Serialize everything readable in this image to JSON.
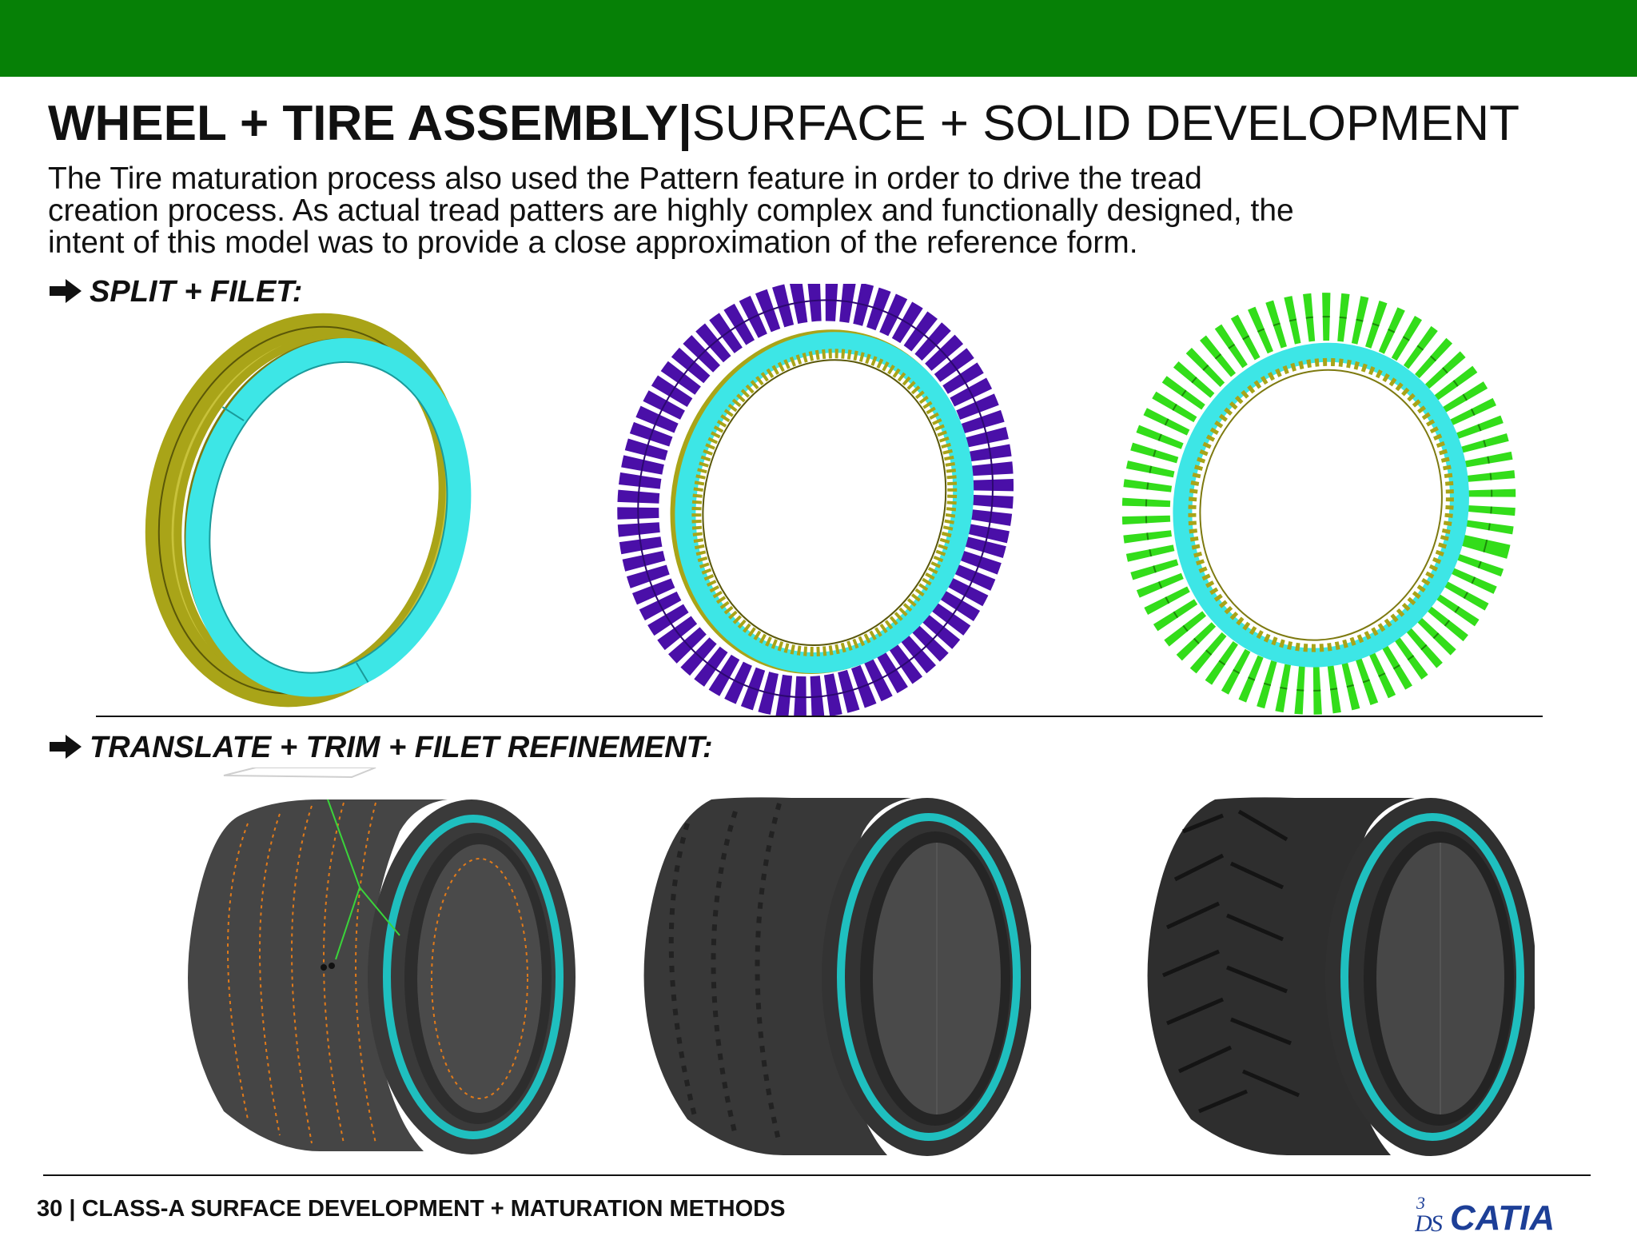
{
  "header": {
    "title_bold": "WHEEL + TIRE ASSEMBLY|",
    "title_light": "SURFACE + SOLID DEVELOPMENT"
  },
  "intro": {
    "line1": "The Tire maturation process also used the Pattern feature in order to drive the tread",
    "line2": "creation process. As actual tread patters are highly complex and functionally designed, the",
    "line3": "intent of this model was to provide a close approximation of the reference form."
  },
  "sections": [
    {
      "label": "SPLIT + FILET:"
    },
    {
      "label": "TRANSLATE + TRIM + FILET REFINEMENT:"
    }
  ],
  "footer": {
    "text": "30 | CLASS-A SURFACE DEVELOPMENT + MATURATION METHODS"
  },
  "logo": {
    "text": "CATIA",
    "mark": "3DS"
  },
  "icons": [
    "arrow-right-icon",
    "catia-logo-icon"
  ],
  "colors": {
    "bar_green": "#068006",
    "band_yellow": "#a9a418",
    "cyan": "#3de6e6",
    "purple": "#4a0fa8",
    "tread_green": "#33dd1a",
    "tire_dark": "#3a3a3a",
    "logo_blue": "#1d3f97"
  }
}
